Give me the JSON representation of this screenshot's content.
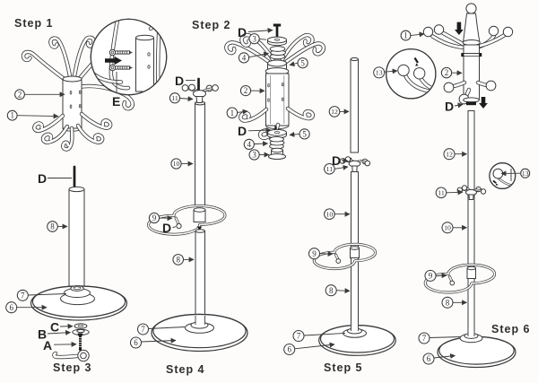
{
  "steps": [
    {
      "label": "Step 1",
      "callouts": [
        "2",
        "1",
        "E"
      ]
    },
    {
      "label": "Step 2",
      "callouts": [
        "D",
        "3",
        "4",
        "5",
        "2",
        "1",
        "D",
        "5",
        "4",
        "3"
      ]
    },
    {
      "label": "Step 3",
      "callouts": [
        "D",
        "8",
        "7",
        "6",
        "C",
        "B",
        "A"
      ]
    },
    {
      "label": "Step 4",
      "callouts": [
        "D",
        "11",
        "10",
        "9",
        "D",
        "8",
        "7",
        "6"
      ]
    },
    {
      "label": "Step 5",
      "callouts": [
        "12",
        "D",
        "11",
        "10",
        "9",
        "8",
        "7",
        "6"
      ]
    },
    {
      "label": "Step 6",
      "callouts": [
        "1",
        "13",
        "2",
        "D",
        "12",
        "13",
        "11",
        "10",
        "9",
        "8",
        "7",
        "6"
      ]
    }
  ],
  "part_letters": {
    "A": "A",
    "B": "B",
    "C": "C",
    "D": "D",
    "E": "E"
  },
  "part_numbers": {
    "n1": "1",
    "n2": "2",
    "n3": "3",
    "n4": "4",
    "n5": "5",
    "n6": "6",
    "n7": "7",
    "n8": "8",
    "n9": "9",
    "n10": "10",
    "n11": "11",
    "n12": "12",
    "n13": "13"
  },
  "colors": {
    "ink": "#3a3a3a",
    "black": "#1c1c1c",
    "background": "#ffffff"
  }
}
